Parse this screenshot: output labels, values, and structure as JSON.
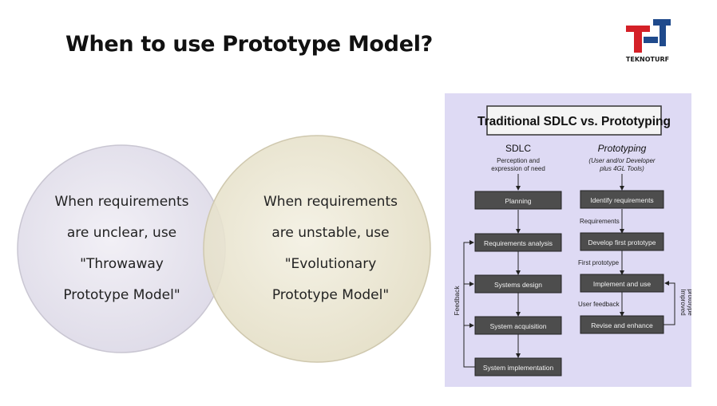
{
  "slide": {
    "title": "When to use Prototype Model?"
  },
  "logo": {
    "text": "TEKNOTURF",
    "colors": {
      "red": "#d42027",
      "blue": "#1f4a8c"
    }
  },
  "venn": {
    "left_circle": {
      "lines": [
        "When requirements",
        "are  unclear, use",
        "\"Throwaway",
        "Prototype  Model\""
      ],
      "fill": "#e8e6f0"
    },
    "right_circle": {
      "lines": [
        "When requirements",
        "are unstable, use",
        "\"Evolutionary",
        "Prototype Model\""
      ],
      "fill": "#ece8d6"
    }
  },
  "figure": {
    "title": "Traditional SDLC vs. Prototyping",
    "sdlc": {
      "heading": "SDLC",
      "note": [
        "Perception and",
        "expression of need"
      ],
      "steps": [
        "Planning",
        "Requirements analysis",
        "Systems design",
        "System acquisition",
        "System implementation"
      ],
      "feedback_label": "Feedback"
    },
    "prototyping": {
      "heading": "Prototyping",
      "note": [
        "(User and/or Developer",
        "plus 4GL Tools)"
      ],
      "steps": [
        "Identify requirements",
        "Develop first prototype",
        "Implement and use",
        "Revise and enhance"
      ],
      "arrow_labels": [
        "Requirements",
        "First prototype",
        "User feedback"
      ],
      "loop_label": [
        "Improved",
        "prototype"
      ]
    }
  }
}
